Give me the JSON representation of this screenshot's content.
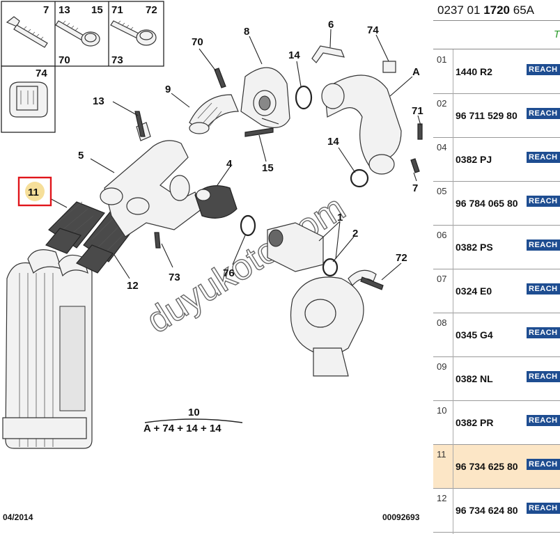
{
  "diagram": {
    "callouts": {
      "c1": "1",
      "c2": "2",
      "c4": "4",
      "c5": "5",
      "c6": "6",
      "c8": "8",
      "c9": "9",
      "c10": "10",
      "c11": "11",
      "c12": "12",
      "c13": "13",
      "c14a": "14",
      "c14b": "14",
      "c15": "15",
      "c70": "70",
      "c71": "71",
      "c72": "72",
      "c73": "73",
      "c74": "74",
      "c76": "76",
      "cA": "A",
      "c7": "7"
    },
    "kit_formula": "A + 74 + 14 + 14",
    "inset": {
      "c7": "7",
      "c13": "13",
      "c15": "15",
      "c71": "71",
      "c72": "72",
      "c70": "70",
      "c73": "73",
      "c74": "74"
    },
    "watermark": "duyukoto.com",
    "date": "04/2014",
    "doc_number": "00092693",
    "colors": {
      "highlight": "#f6df9a",
      "highlight_border": "#e0151b",
      "reach_badge": "#1e4d91",
      "selected_row": "#fce6c6"
    }
  },
  "table": {
    "header_prefix": "0237 01 ",
    "header_bold": "1720",
    "header_suffix": " 65A",
    "subheader": "T",
    "rows": [
      {
        "no": "01",
        "ref": "1440 R2",
        "badge": "REACH"
      },
      {
        "no": "02",
        "ref": "96 711 529 80",
        "badge": "REACH"
      },
      {
        "no": "04",
        "ref": "0382 PJ",
        "badge": "REACH"
      },
      {
        "no": "05",
        "ref": "96 784 065 80",
        "badge": "REACH"
      },
      {
        "no": "06",
        "ref": "0382 PS",
        "badge": "REACH"
      },
      {
        "no": "07",
        "ref": "0324 E0",
        "badge": "REACH"
      },
      {
        "no": "08",
        "ref": "0345 G4",
        "badge": "REACH"
      },
      {
        "no": "09",
        "ref": "0382 NL",
        "badge": "REACH"
      },
      {
        "no": "10",
        "ref": "0382 PR",
        "badge": "REACH"
      },
      {
        "no": "11",
        "ref": "96 734 625 80",
        "badge": "REACH",
        "selected": true
      },
      {
        "no": "12",
        "ref": "96 734 624 80",
        "badge": "REACH"
      }
    ]
  }
}
